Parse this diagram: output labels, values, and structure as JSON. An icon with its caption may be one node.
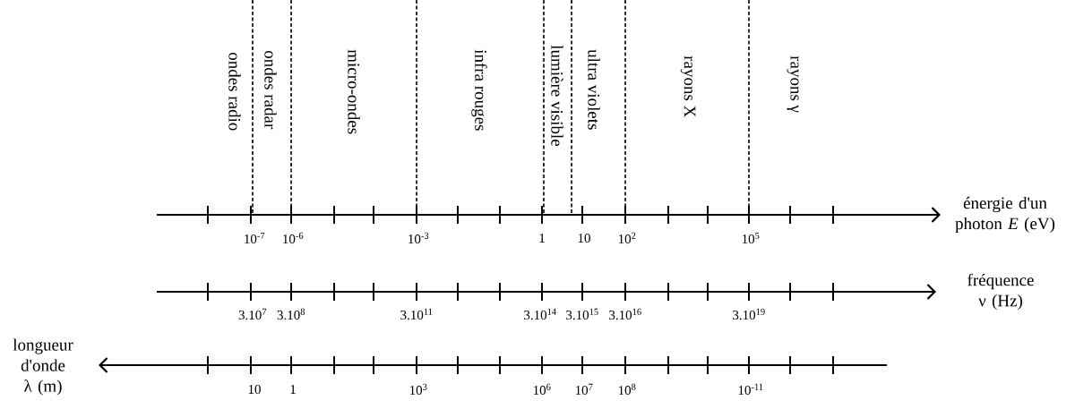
{
  "diagram": {
    "labels": [
      "ondes radio",
      "ondes radar",
      "micro-ondes",
      "infra rouges",
      "lumière visible",
      "ultra violets",
      "rayons X",
      "rayons γ",
      "énergie d'un photon *E* (eV)",
      "10$^{-7}$",
      "10$^{-6}$",
      "10$^{-3}$",
      "1",
      "10",
      "10$^{2}$",
      "10$^{5}$",
      "fréquence ν (Hz)",
      "3.10$^{7}$",
      "3.10$^{8}$",
      "3.10$^{11}$",
      "3.10$^{14}$",
      "3.10$^{15}$",
      "3.10$^{16}$",
      "3.10$^{19}$",
      "longueur d'onde λ (m)",
      "10",
      "1",
      "10$^{3}$",
      "10$^{6}$",
      "10$^{7}$",
      "10$^{8}$",
      "10$^{-11}$"
    ]
  }
}
